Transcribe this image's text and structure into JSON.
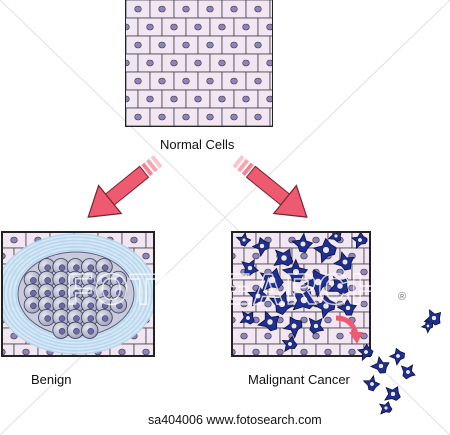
{
  "labels": {
    "normal": "Normal Cells",
    "benign": "Benign",
    "malignant": "Malignant Cancer",
    "caption": "sa404006  www.fotosearch.com"
  },
  "watermark": {
    "text": "FOTOSEARCH",
    "registered": "®"
  },
  "colors": {
    "cell_fill": "#f3e6f3",
    "cell_stroke": "#444444",
    "nucleus": "#8d84b9",
    "cancer": "#1f2f93",
    "arrow": "#ee5b71",
    "capsule": "#b5d6ee",
    "benign_cell": "#c7c8d8"
  },
  "icons": [
    "arrow-left-down-icon",
    "arrow-right-down-icon",
    "metastasis-arrow-icon"
  ]
}
